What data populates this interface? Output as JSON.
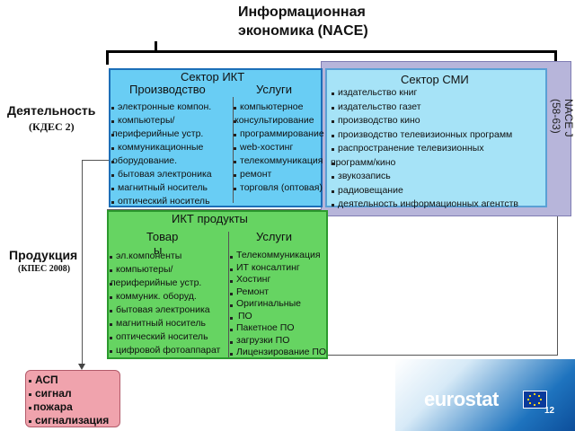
{
  "title": {
    "line1": "Информационная",
    "line2": "экономика (NACE)"
  },
  "left_labels": {
    "activity": "Деятельность",
    "activity_code": "(КДЕС 2)",
    "products": "Продукция",
    "products_code": "(КПЕС 2008)"
  },
  "ict_sector": {
    "title": "Сектор ИКТ",
    "production_header": "Производство",
    "services_header": "Услуги",
    "production_items": [
      "электронные компон.",
      "компьютеры/",
      "периферийные устр.",
      "коммуникационные",
      "оборудование.",
      "бытовая электроника",
      "магнитный носитель",
      "оптический носитель"
    ],
    "services_items": [
      "компьютерное",
      "консультирование",
      "программирование",
      "web-хостинг",
      "телекоммуникация",
      "ремонт",
      "торговля (оптовая)"
    ]
  },
  "media_sector": {
    "title": "Сектор СМИ",
    "items": [
      "издательство книг",
      "издательство газет",
      "производство кино",
      "производство телевизионных программ",
      "распространение телевизионных",
      "программ/кино",
      "звукозапись",
      "радиовещание",
      "деятельность информационных агентств"
    ],
    "nace_label_1": "NACE J",
    "nace_label_2": "(58-63)"
  },
  "ict_products": {
    "title": "ИКТ продукты",
    "goods_header": "Товар",
    "goods_header_2": "ы",
    "services_header": "Услуги",
    "goods_items": [
      "эл.компоненты",
      "компьютеры/",
      "периферийные устр.",
      "коммуник. оборуд.",
      "бытовая электроника",
      "магнитный носитель",
      "оптический носитель",
      "цифровой фотоаппарат"
    ],
    "services_items": [
      "Телекоммуникация",
      "ИТ консалтинг",
      "Хостинг",
      "Ремонт",
      "Оригинальные",
      "ПО",
      "Пакетное ПО",
      "загрузки ПО",
      "Лицензирование ПО"
    ]
  },
  "asp_box": {
    "items": [
      "АСП",
      "сигнал",
      "пожара",
      "сигнализация"
    ]
  },
  "footer": {
    "logo_text": "eurostat",
    "page_number": "12"
  },
  "colors": {
    "ict_sector_fill": "#69cdf4",
    "media_sector_fill": "#b7b5da",
    "ict_products_fill": "#66d462",
    "asp_fill": "#f0a3ad"
  }
}
